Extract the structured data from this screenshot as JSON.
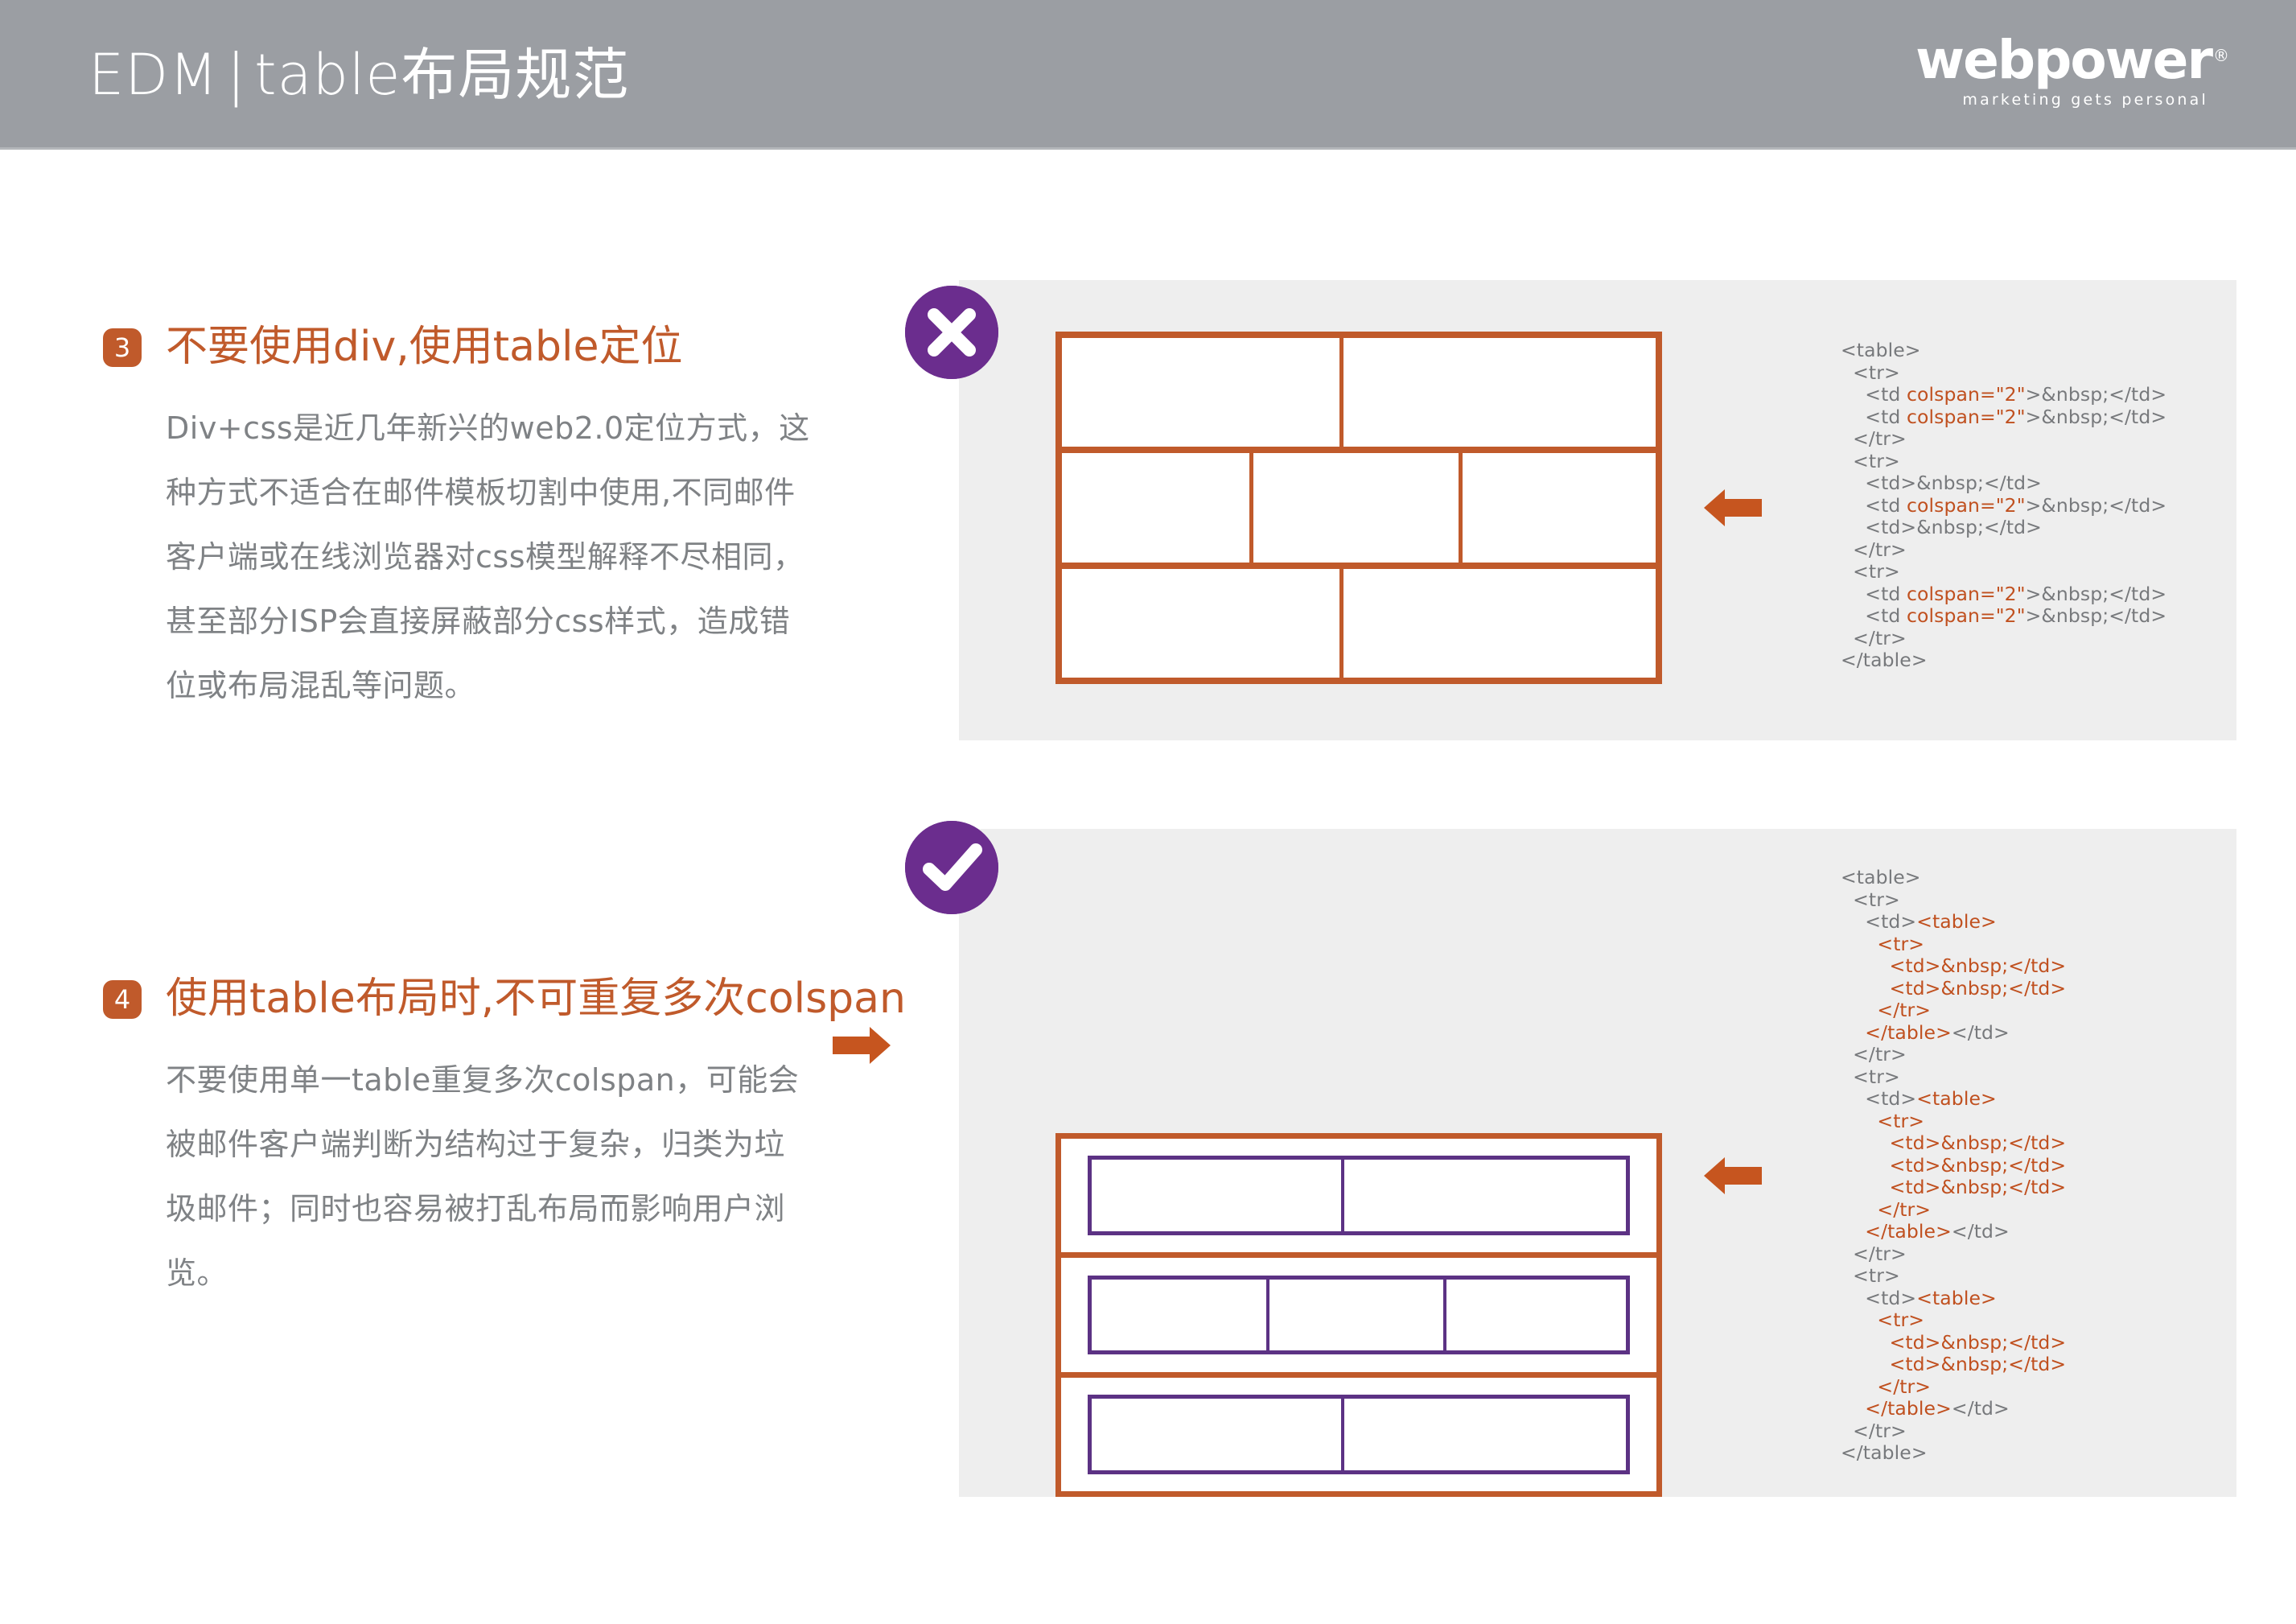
{
  "header": {
    "title_main": "EDM",
    "title_sep": "|",
    "title_sub": "table布局规范",
    "logo_name": "webpower",
    "logo_reg": "®",
    "logo_tagline": "marketing gets personal"
  },
  "sections": [
    {
      "number": "3",
      "title": "不要使用div,使用table定位",
      "body": "Div+css是近几年新兴的web2.0定位方式，这种方式不适合在邮件模板切割中使用,不同邮件客户端或在线浏览器对css模型解释不尽相同，甚至部分ISP会直接屏蔽部分css样式，造成错位或布局混乱等问题。"
    },
    {
      "number": "4",
      "title": "使用table布局时,不可重复多次colspan",
      "body": "不要使用单一table重复多次colspan，可能会被邮件客户端判断为结构过于复杂，归类为垃圾邮件；同时也容易被打乱布局而影响用户浏览。"
    }
  ],
  "panels": {
    "bad": {
      "status_icon": "cross-icon",
      "status_meaning": "incorrect",
      "diagram": {
        "outer_border_color": "#c05a2b",
        "rows": [
          {
            "cells": [
              47,
              53
            ]
          },
          {
            "cells": [
              32,
              35,
              33
            ]
          },
          {
            "cells": [
              47,
              53
            ]
          }
        ]
      },
      "arrow_icon": "arrow-left-icon",
      "code_lines": [
        {
          "indent": 0,
          "segments": [
            {
              "t": "<table>",
              "c": "gray"
            }
          ]
        },
        {
          "indent": 1,
          "segments": [
            {
              "t": "<tr>",
              "c": "gray"
            }
          ]
        },
        {
          "indent": 2,
          "segments": [
            {
              "t": "<td ",
              "c": "gray"
            },
            {
              "t": "colspan=\"2\"",
              "c": "orange"
            },
            {
              "t": ">&nbsp;</td>",
              "c": "gray"
            }
          ]
        },
        {
          "indent": 2,
          "segments": [
            {
              "t": "<td ",
              "c": "gray"
            },
            {
              "t": "colspan=\"2\"",
              "c": "orange"
            },
            {
              "t": ">&nbsp;</td>",
              "c": "gray"
            }
          ]
        },
        {
          "indent": 1,
          "segments": [
            {
              "t": "</tr>",
              "c": "gray"
            }
          ]
        },
        {
          "indent": 1,
          "segments": [
            {
              "t": "<tr>",
              "c": "gray"
            }
          ]
        },
        {
          "indent": 2,
          "segments": [
            {
              "t": "<td>&nbsp;</td>",
              "c": "gray"
            }
          ]
        },
        {
          "indent": 2,
          "segments": [
            {
              "t": "<td ",
              "c": "gray"
            },
            {
              "t": "colspan=\"2\"",
              "c": "orange"
            },
            {
              "t": ">&nbsp;</td>",
              "c": "gray"
            }
          ]
        },
        {
          "indent": 2,
          "segments": [
            {
              "t": "<td>&nbsp;</td>",
              "c": "gray"
            }
          ]
        },
        {
          "indent": 1,
          "segments": [
            {
              "t": "</tr>",
              "c": "gray"
            }
          ]
        },
        {
          "indent": 1,
          "segments": [
            {
              "t": "<tr>",
              "c": "gray"
            }
          ]
        },
        {
          "indent": 2,
          "segments": [
            {
              "t": "<td ",
              "c": "gray"
            },
            {
              "t": "colspan=\"2\"",
              "c": "orange"
            },
            {
              "t": ">&nbsp;</td>",
              "c": "gray"
            }
          ]
        },
        {
          "indent": 2,
          "segments": [
            {
              "t": "<td ",
              "c": "gray"
            },
            {
              "t": "colspan=\"2\"",
              "c": "orange"
            },
            {
              "t": ">&nbsp;</td>",
              "c": "gray"
            }
          ]
        },
        {
          "indent": 1,
          "segments": [
            {
              "t": "</tr>",
              "c": "gray"
            }
          ]
        },
        {
          "indent": 0,
          "segments": [
            {
              "t": "</table>",
              "c": "gray"
            }
          ]
        }
      ]
    },
    "good": {
      "status_icon": "check-icon",
      "status_meaning": "correct",
      "diagram": {
        "outer_border_color": "#c05a2b",
        "inner_border_color": "#5c3284",
        "rows": [
          {
            "inner_cells": [
              47,
              53
            ]
          },
          {
            "inner_cells": [
              33,
              33,
              34
            ]
          },
          {
            "inner_cells": [
              47,
              53
            ]
          }
        ]
      },
      "arrow_icon": "arrow-left-icon",
      "code_lines": [
        {
          "indent": 0,
          "segments": [
            {
              "t": "<table>",
              "c": "gray"
            }
          ]
        },
        {
          "indent": 1,
          "segments": [
            {
              "t": "<tr>",
              "c": "gray"
            }
          ]
        },
        {
          "indent": 2,
          "segments": [
            {
              "t": "<td>",
              "c": "gray"
            },
            {
              "t": "<table>",
              "c": "orange"
            }
          ]
        },
        {
          "indent": 3,
          "segments": [
            {
              "t": "<tr>",
              "c": "orange"
            }
          ]
        },
        {
          "indent": 4,
          "segments": [
            {
              "t": "<td>&nbsp;</td>",
              "c": "orange"
            }
          ]
        },
        {
          "indent": 4,
          "segments": [
            {
              "t": "<td>&nbsp;</td>",
              "c": "orange"
            }
          ]
        },
        {
          "indent": 3,
          "segments": [
            {
              "t": "</tr>",
              "c": "orange"
            }
          ]
        },
        {
          "indent": 2,
          "segments": [
            {
              "t": "</table>",
              "c": "orange"
            },
            {
              "t": "</td>",
              "c": "gray"
            }
          ]
        },
        {
          "indent": 1,
          "segments": [
            {
              "t": "</tr>",
              "c": "gray"
            }
          ]
        },
        {
          "indent": 1,
          "segments": [
            {
              "t": "<tr>",
              "c": "gray"
            }
          ]
        },
        {
          "indent": 2,
          "segments": [
            {
              "t": "<td>",
              "c": "gray"
            },
            {
              "t": "<table>",
              "c": "orange"
            }
          ]
        },
        {
          "indent": 3,
          "segments": [
            {
              "t": "<tr>",
              "c": "orange"
            }
          ]
        },
        {
          "indent": 4,
          "segments": [
            {
              "t": "<td>&nbsp;</td>",
              "c": "orange"
            }
          ]
        },
        {
          "indent": 4,
          "segments": [
            {
              "t": "<td>&nbsp;</td>",
              "c": "orange"
            }
          ]
        },
        {
          "indent": 4,
          "segments": [
            {
              "t": "<td>&nbsp;</td>",
              "c": "orange"
            }
          ]
        },
        {
          "indent": 3,
          "segments": [
            {
              "t": "</tr>",
              "c": "orange"
            }
          ]
        },
        {
          "indent": 2,
          "segments": [
            {
              "t": "</table>",
              "c": "orange"
            },
            {
              "t": "</td>",
              "c": "gray"
            }
          ]
        },
        {
          "indent": 1,
          "segments": [
            {
              "t": "</tr>",
              "c": "gray"
            }
          ]
        },
        {
          "indent": 1,
          "segments": [
            {
              "t": "<tr>",
              "c": "gray"
            }
          ]
        },
        {
          "indent": 2,
          "segments": [
            {
              "t": "<td>",
              "c": "gray"
            },
            {
              "t": "<table>",
              "c": "orange"
            }
          ]
        },
        {
          "indent": 3,
          "segments": [
            {
              "t": "<tr>",
              "c": "orange"
            }
          ]
        },
        {
          "indent": 4,
          "segments": [
            {
              "t": "<td>&nbsp;</td>",
              "c": "orange"
            }
          ]
        },
        {
          "indent": 4,
          "segments": [
            {
              "t": "<td>&nbsp;</td>",
              "c": "orange"
            }
          ]
        },
        {
          "indent": 3,
          "segments": [
            {
              "t": "</tr>",
              "c": "orange"
            }
          ]
        },
        {
          "indent": 2,
          "segments": [
            {
              "t": "</table>",
              "c": "orange"
            },
            {
              "t": "</td>",
              "c": "gray"
            }
          ]
        },
        {
          "indent": 1,
          "segments": [
            {
              "t": "</tr>",
              "c": "gray"
            }
          ]
        },
        {
          "indent": 0,
          "segments": [
            {
              "t": "</table>",
              "c": "gray"
            }
          ]
        }
      ]
    }
  },
  "colors": {
    "header_band": "#9b9ea3",
    "accent_orange": "#c05a2b",
    "accent_purple": "#6b2d8e",
    "inner_purple": "#5c3284",
    "panel_gray": "#eeeeee",
    "body_text": "#7f8285"
  }
}
